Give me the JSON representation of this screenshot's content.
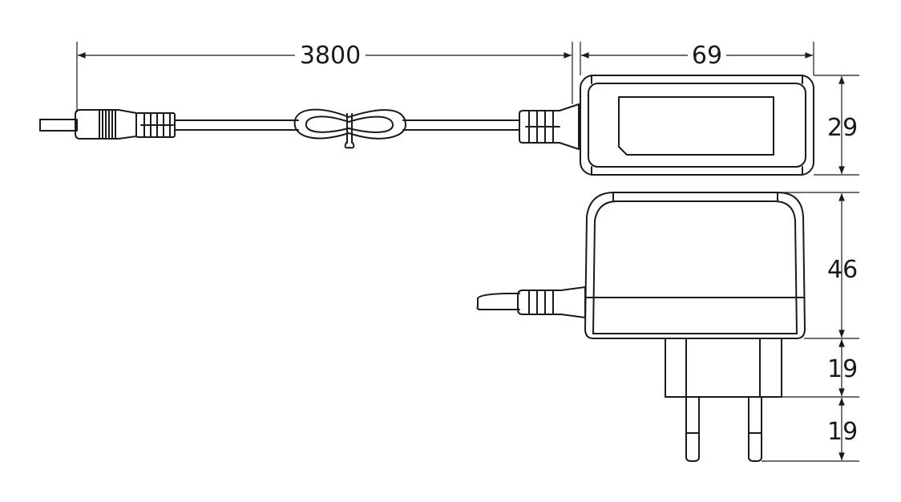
{
  "drawing": {
    "title": "Plug-in power supply dimensional drawing",
    "dimensions": {
      "cable_length": "3800",
      "body_width": "69",
      "body_depth": "29",
      "body_height": "46",
      "plug_base_height": "19",
      "pin_length": "19"
    },
    "line_color": "#1a1a1a"
  }
}
